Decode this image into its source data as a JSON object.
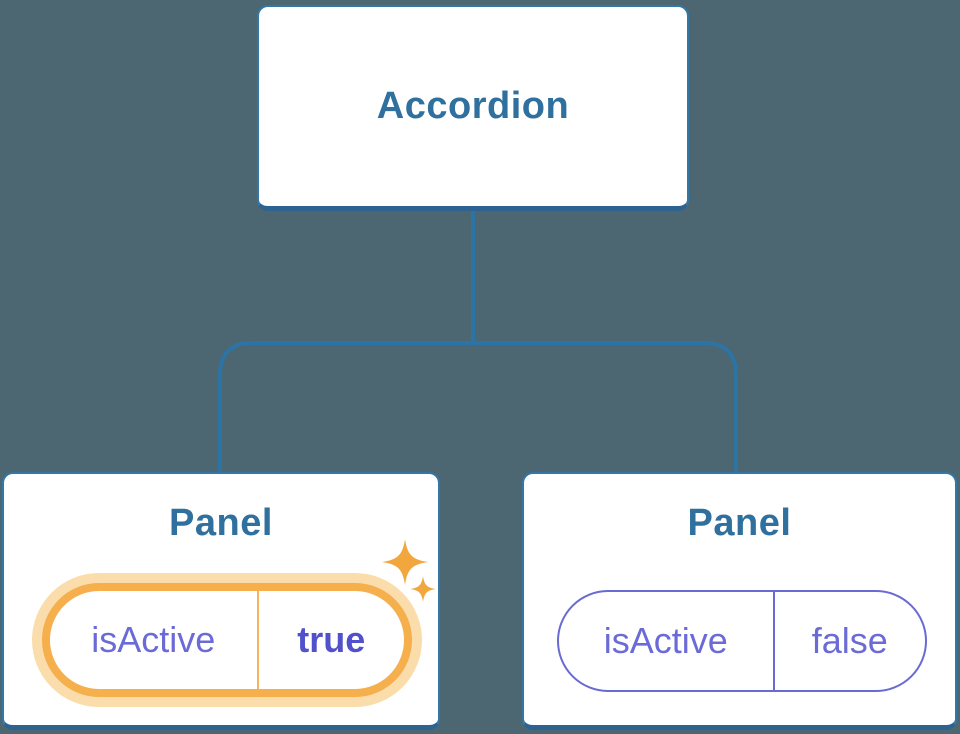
{
  "tree": {
    "root": {
      "label": "Accordion"
    },
    "children": [
      {
        "label": "Panel",
        "state": "active",
        "highlighted": true,
        "prop": {
          "name": "isActive",
          "value": "true"
        }
      },
      {
        "label": "Panel",
        "state": "inactive",
        "highlighted": false,
        "prop": {
          "name": "isActive",
          "value": "false"
        }
      }
    ]
  },
  "icons": {
    "sparkles": "✦✦ two four-pointed stars marking the active panel"
  },
  "colors": {
    "background": "#4C6771",
    "connector_line": "#2C74A6",
    "node_border": "#3377A9",
    "node_border_bottom": "#2D6390",
    "node_title_text": "#2F709E",
    "prop_text_purple": "#6B6BD8",
    "prop_value_active_purple": "#5151CC",
    "inactive_pill_border": "#6A6AD4",
    "active_pill_border": "#F5AF4D",
    "active_pill_glow": "#FBDDAC",
    "active_pill_divider": "#F4B55C",
    "sparkle_orange": "#F1A63E"
  }
}
